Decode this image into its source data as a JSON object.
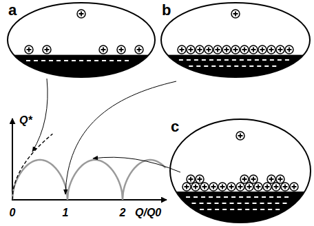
{
  "diagram": {
    "nodes": [
      {
        "text": [
          "a"
        ]
      },
      {
        "text": [
          "b"
        ]
      },
      {
        "text": [
          "c"
        ]
      }
    ],
    "labels": [
      "Q*",
      "0",
      "1",
      "2",
      "Q/Q0"
    ]
  }
}
